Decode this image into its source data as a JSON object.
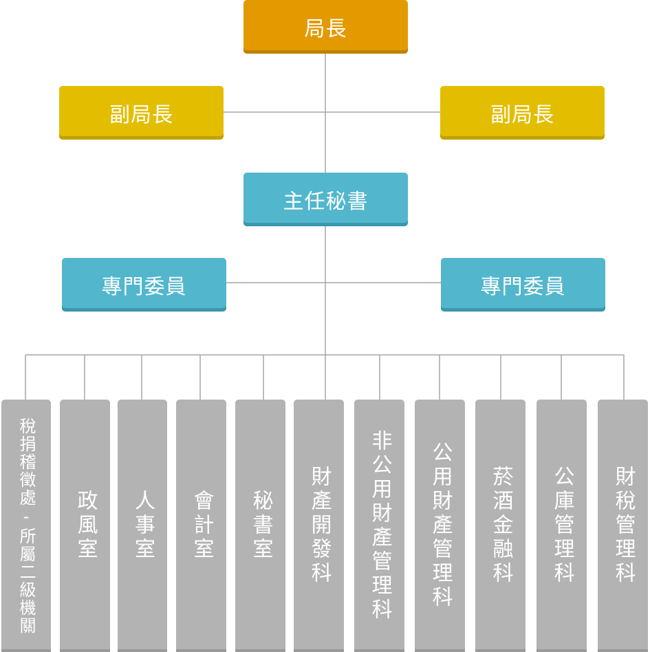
{
  "chart": {
    "director": "局長",
    "deputy_left": "副局長",
    "deputy_right": "副局長",
    "chief_secretary": "主任秘書",
    "commissioner_left": "專門委員",
    "commissioner_right": "專門委員",
    "departments": [
      "稅捐稽徵處-所屬二級機關",
      "政風室",
      "人事室",
      "會計室",
      "秘書室",
      "財產開發科",
      "非公用財產管理科",
      "公用財產管理科",
      "菸酒金融科",
      "公庫管理科",
      "財稅管理科"
    ]
  },
  "colors": {
    "director": "#e39a00",
    "deputy": "#e3be00",
    "secretary": "#52b6cc",
    "department": "#b3b3b3",
    "connector": "#a6a6a6"
  }
}
